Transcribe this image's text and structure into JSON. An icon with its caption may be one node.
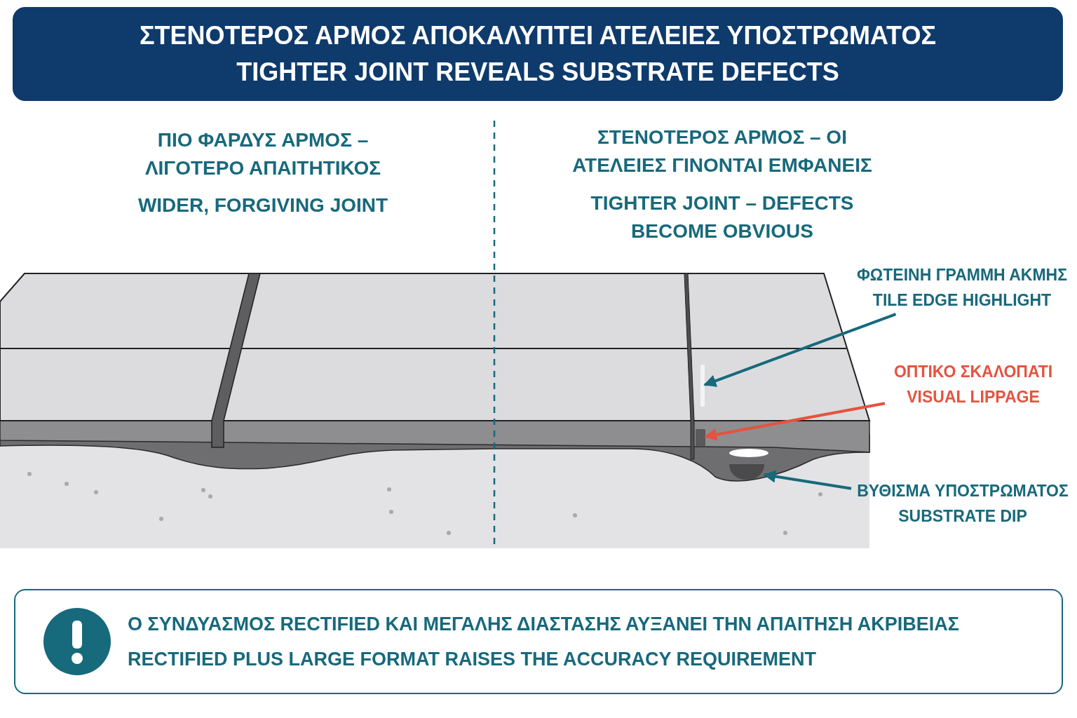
{
  "diagram": {
    "nodes": [
      {
        "text": [
          "ΣΤΕΝΟΤΕΡΟΣ ΑΡΜΟΣ ΑΠΟΚΑΛΥΠΤΕΙ ΑΤΕΛΕΙΕΣ ΥΠΟΣΤΡΩΜΑΤΟΣ",
          "TIGHTER JOINT REVEALS SUBSTRATE DEFECTS"
        ]
      },
      {
        "text": [
          "ΦΩΤΕΙΝΗ ΓΡΑΜΜΗ ΑΚΜΗΣ",
          "TILE EDGE HIGHLIGHT"
        ]
      },
      {
        "text": [],
        "shape": "bar"
      },
      {
        "text": [
          "ΟΠΤΙΚΟ ΣΚΑΛΟΠΑΤΙ",
          "VISUAL LIPPAGE"
        ]
      },
      {
        "text": [],
        "shape": "bar"
      },
      {
        "text": [
          "ΒΥΘΙΣΜΑ ΥΠΟΣΤΡΩΜΑΤΟΣ",
          "SUBSTRATE DIP"
        ]
      },
      {
        "text": [],
        "shape": "bar"
      },
      {
        "text": [
          "Ο ΣΥΝΔΥΑΣΜΟΣ RECTIFIED ΚΑΙ ΜΕΓΑΛΗΣ ΔΙΑΣΤΑΣΗΣ ΑΥΞΑΝΕΙ ΤΗΝ ΑΠΑΙΤΗΣΗ ΑΚΡΙΒΕΙΑΣ",
          "RECTIFIED PLUS LARGE FORMAT RAISES THE ACCURACY REQUIREMENT"
        ]
      }
    ],
    "edges": [
      {
        "from": 1,
        "to": 2,
        "arrow": "to"
      },
      {
        "from": 3,
        "to": 4,
        "arrow": "to",
        "color": "#e5533f"
      },
      {
        "from": 5,
        "to": 6,
        "arrow": "to"
      }
    ],
    "labels": [
      "ΠΙΟ ΦΑΡΔΥΣ ΑΡΜΟΣ – ΛΙΓΟΤΕΡΟ ΑΠΑΙΤΗΤΙΚΟΣ",
      "WIDER, FORGIVING JOINT",
      "ΣΤΕΝΟΤΕΡΟΣ ΑΡΜΟΣ – ΟΙ ΑΤΕΛΕΙΕΣ ΓΙΝΟΝΤΑΙ ΕΜΦΑΝΕΙΣ",
      "TIGHTER JOINT – DEFECTS BECOME OBVIOUS"
    ]
  }
}
